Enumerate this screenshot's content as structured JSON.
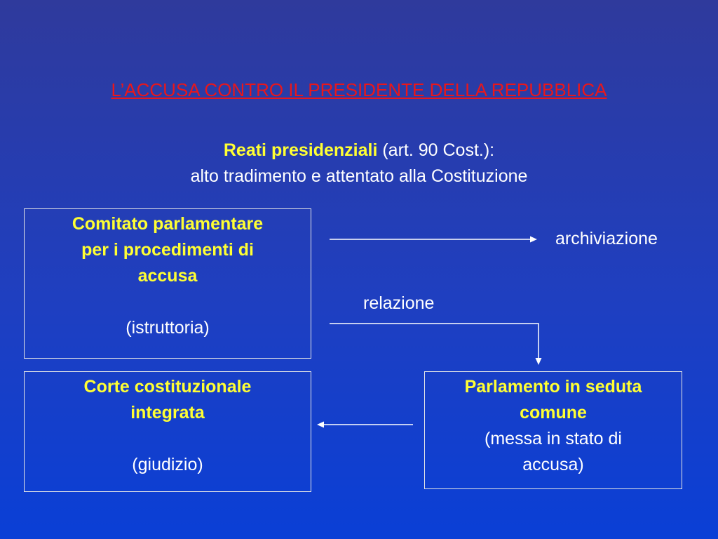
{
  "title": "L’ACCUSA CONTRO IL PRESIDENTE DELLA REPUBBLICA",
  "subtitle": {
    "bold": "Reati presidenziali",
    "art": " (art. 90 Cost.):",
    "line2": "alto tradimento e attentato alla Costituzione"
  },
  "box_comitato": {
    "line1": "Comitato parlamentare",
    "line2": "per i procedimenti di",
    "line3": "accusa",
    "note": "(istruttoria)"
  },
  "box_corte": {
    "line1": "Corte costituzionale",
    "line2": "integrata",
    "note": "(giudizio)"
  },
  "box_parlamento": {
    "line1": "Parlamento in seduta",
    "line2": "comune",
    "note1": "(messa in stato di",
    "note2": "accusa)"
  },
  "labels": {
    "archiviazione": "archiviazione",
    "relazione": "relazione"
  },
  "colors": {
    "title": "#e8171c",
    "highlight": "#ffff33",
    "text": "#ffffff"
  }
}
